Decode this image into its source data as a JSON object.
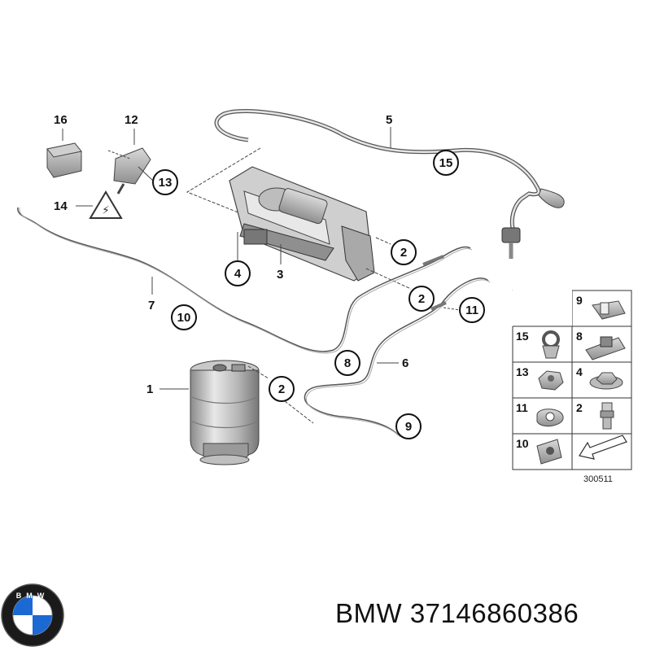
{
  "callouts": [
    "16",
    "12",
    "13",
    "14",
    "5",
    "15",
    "4",
    "3",
    "2",
    "2",
    "7",
    "10",
    "8",
    "6",
    "11",
    "1",
    "2",
    "9"
  ],
  "legend": {
    "items": [
      "9",
      "15",
      "8",
      "13",
      "4",
      "11",
      "2",
      "10"
    ],
    "code": "300511"
  },
  "brand": {
    "logo_letters": "BMW",
    "part_text": "BMW 37146860386"
  },
  "colors": {
    "line": "#555555",
    "part_fill": "#bdbdbd",
    "logo_blue": "#1c69d4",
    "logo_ring": "#111111"
  }
}
